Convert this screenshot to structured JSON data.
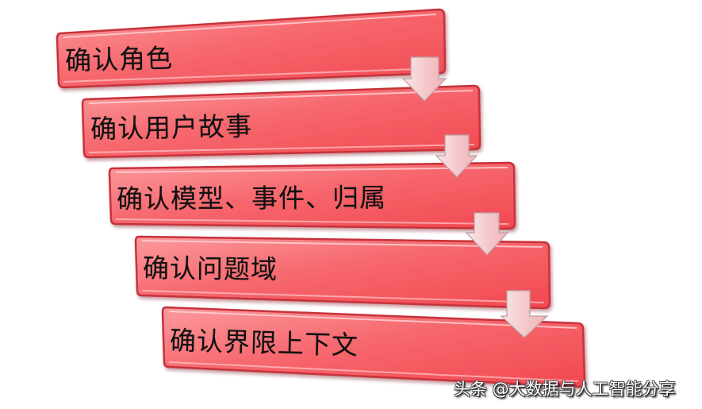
{
  "diagram": {
    "type": "staircase-process",
    "steps": [
      {
        "label": "确认角色"
      },
      {
        "label": "确认用户故事"
      },
      {
        "label": "确认模型、事件、归属"
      },
      {
        "label": "确认问题域"
      },
      {
        "label": "确认界限上下文"
      }
    ],
    "connectors": [
      "down-arrow",
      "down-arrow",
      "down-arrow",
      "down-arrow"
    ],
    "colors": {
      "box_fill_light": "#f98a8e",
      "box_fill": "#f5555c",
      "box_edge": "#c7303a",
      "arrow_fill": "#f7d4d6",
      "arrow_stroke": "#b8a0a2",
      "text": "#111111"
    }
  },
  "watermark": {
    "text": "头条 @大数据与人工智能分享"
  }
}
